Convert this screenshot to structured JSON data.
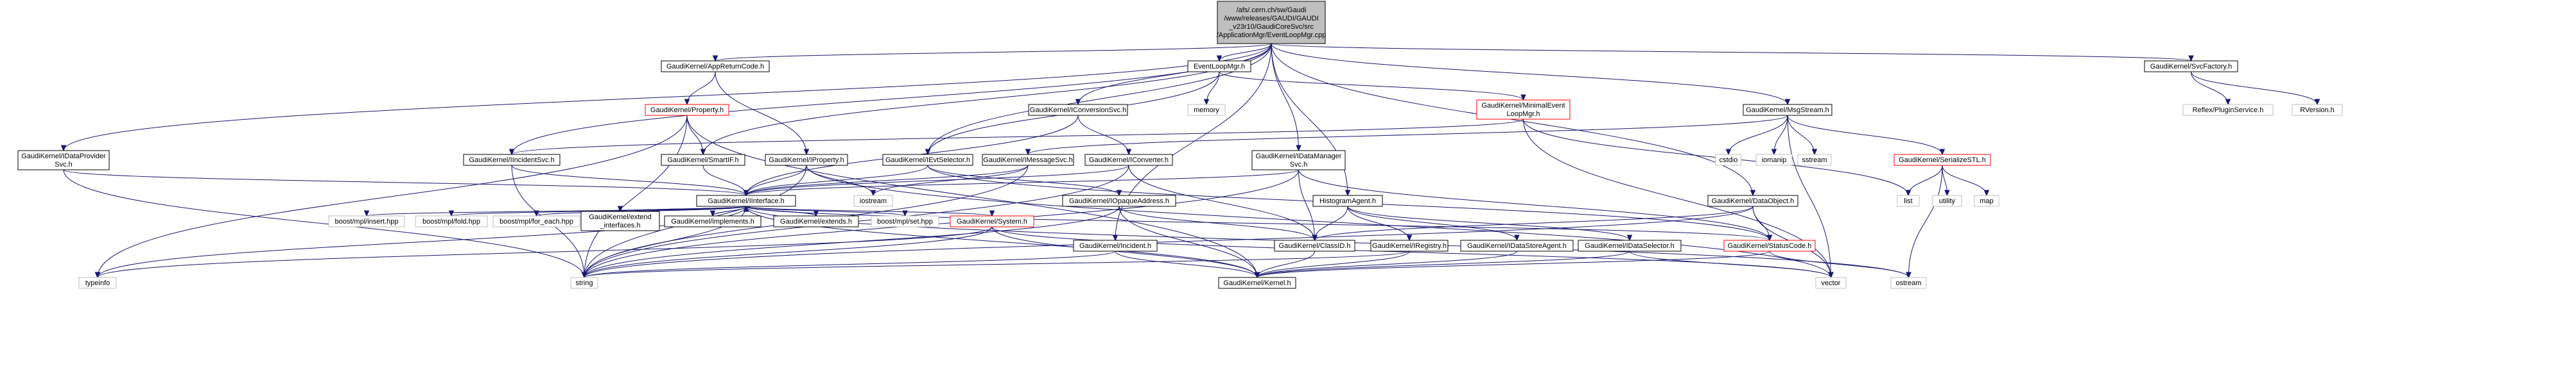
{
  "diagram_type": "include dependency graph",
  "colors": {
    "root_fill": "#bfbfbf",
    "node_fill": "#ffffff",
    "node_border": "#000000",
    "missing_border": "#bfbfbf",
    "truncated_border": "#ff0000",
    "edge": "#191970"
  },
  "nodes": [
    {
      "id": "root",
      "lines": [
        "/afs/.cern.ch/sw/Gaudi",
        "/www/releases/GAUDI/GAUDI",
        "_v23r10/GaudiCoreSvc/src",
        "/ApplicationMgr/EventLoopMgr.cpp"
      ],
      "kind": "root"
    },
    {
      "id": "AppReturnCode",
      "lines": [
        "GaudiKernel/AppReturnCode.h"
      ],
      "kind": "normal"
    },
    {
      "id": "EventLoopMgr",
      "lines": [
        "EventLoopMgr.h"
      ],
      "kind": "normal"
    },
    {
      "id": "SvcFactory",
      "lines": [
        "GaudiKernel/SvcFactory.h"
      ],
      "kind": "normal"
    },
    {
      "id": "Property",
      "lines": [
        "GaudiKernel/Property.h"
      ],
      "kind": "truncated"
    },
    {
      "id": "IConversionSvc",
      "lines": [
        "GaudiKernel/IConversionSvc.h"
      ],
      "kind": "normal"
    },
    {
      "id": "memory",
      "lines": [
        "memory"
      ],
      "kind": "missing"
    },
    {
      "id": "MinimalEventLoopMgr",
      "lines": [
        "GaudiKernel/MinimalEvent",
        "LoopMgr.h"
      ],
      "kind": "truncated"
    },
    {
      "id": "MsgStream",
      "lines": [
        "GaudiKernel/MsgStream.h"
      ],
      "kind": "normal"
    },
    {
      "id": "ReflexPluginService",
      "lines": [
        "Reflex/PluginService.h"
      ],
      "kind": "missing"
    },
    {
      "id": "RVersion",
      "lines": [
        "RVersion.h"
      ],
      "kind": "missing"
    },
    {
      "id": "IDataProviderSvc",
      "lines": [
        "GaudiKernel/IDataProvider",
        "Svc.h"
      ],
      "kind": "normal"
    },
    {
      "id": "IIncidentSvc",
      "lines": [
        "GaudiKernel/IIncidentSvc.h"
      ],
      "kind": "normal"
    },
    {
      "id": "SmartIF",
      "lines": [
        "GaudiKernel/SmartIF.h"
      ],
      "kind": "normal"
    },
    {
      "id": "IProperty",
      "lines": [
        "GaudiKernel/IProperty.h"
      ],
      "kind": "normal"
    },
    {
      "id": "IEvtSelector",
      "lines": [
        "GaudiKernel/IEvtSelector.h"
      ],
      "kind": "normal"
    },
    {
      "id": "IMessageSvc",
      "lines": [
        "GaudiKernel/IMessageSvc.h"
      ],
      "kind": "normal"
    },
    {
      "id": "IConverter",
      "lines": [
        "GaudiKernel/IConverter.h"
      ],
      "kind": "normal"
    },
    {
      "id": "IDataManagerSvc",
      "lines": [
        "GaudiKernel/IDataManager",
        "Svc.h"
      ],
      "kind": "normal"
    },
    {
      "id": "cstdio",
      "lines": [
        "cstdio"
      ],
      "kind": "missing"
    },
    {
      "id": "iomanip",
      "lines": [
        "iomanip"
      ],
      "kind": "missing"
    },
    {
      "id": "sstream",
      "lines": [
        "sstream"
      ],
      "kind": "missing"
    },
    {
      "id": "SerializeSTL",
      "lines": [
        "GaudiKernel/SerializeSTL.h"
      ],
      "kind": "truncated"
    },
    {
      "id": "IInterface",
      "lines": [
        "GaudiKernel/IInterface.h"
      ],
      "kind": "normal"
    },
    {
      "id": "iostream",
      "lines": [
        "iostream"
      ],
      "kind": "missing"
    },
    {
      "id": "IOpaqueAddress",
      "lines": [
        "GaudiKernel/IOpaqueAddress.h"
      ],
      "kind": "normal"
    },
    {
      "id": "HistogramAgent",
      "lines": [
        "HistogramAgent.h"
      ],
      "kind": "normal"
    },
    {
      "id": "DataObject",
      "lines": [
        "GaudiKernel/DataObject.h"
      ],
      "kind": "normal"
    },
    {
      "id": "list",
      "lines": [
        "list"
      ],
      "kind": "missing"
    },
    {
      "id": "utility",
      "lines": [
        "utility"
      ],
      "kind": "missing"
    },
    {
      "id": "map",
      "lines": [
        "map"
      ],
      "kind": "missing"
    },
    {
      "id": "insert",
      "lines": [
        "boost/mpl/insert.hpp"
      ],
      "kind": "missing"
    },
    {
      "id": "fold",
      "lines": [
        "boost/mpl/fold.hpp"
      ],
      "kind": "missing"
    },
    {
      "id": "for_each",
      "lines": [
        "boost/mpl/for_each.hpp"
      ],
      "kind": "missing"
    },
    {
      "id": "extend_interfaces",
      "lines": [
        "GaudiKernel/extend",
        "_interfaces.h"
      ],
      "kind": "normal"
    },
    {
      "id": "implements",
      "lines": [
        "GaudiKernel/implements.h"
      ],
      "kind": "normal"
    },
    {
      "id": "extends",
      "lines": [
        "GaudiKernel/extends.h"
      ],
      "kind": "normal"
    },
    {
      "id": "set",
      "lines": [
        "boost/mpl/set.hpp"
      ],
      "kind": "missing"
    },
    {
      "id": "System",
      "lines": [
        "GaudiKernel/System.h"
      ],
      "kind": "truncated"
    },
    {
      "id": "IIncident",
      "lines": [
        "GaudiKernel/Incident.h"
      ],
      "kind": "normal"
    },
    {
      "id": "ClassID",
      "lines": [
        "GaudiKernel/ClassID.h"
      ],
      "kind": "normal"
    },
    {
      "id": "IRegistry",
      "lines": [
        "GaudiKernel/IRegistry.h"
      ],
      "kind": "normal"
    },
    {
      "id": "IDataStoreAgent",
      "lines": [
        "GaudiKernel/IDataStoreAgent.h"
      ],
      "kind": "normal"
    },
    {
      "id": "IDataSelector",
      "lines": [
        "GaudiKernel/IDataSelector.h"
      ],
      "kind": "normal"
    },
    {
      "id": "StatusCode",
      "lines": [
        "GaudiKernel/StatusCode.h"
      ],
      "kind": "truncated"
    },
    {
      "id": "typeinfo",
      "lines": [
        "typeinfo"
      ],
      "kind": "missing"
    },
    {
      "id": "string",
      "lines": [
        "string"
      ],
      "kind": "missing"
    },
    {
      "id": "Kernel",
      "lines": [
        "GaudiKernel/Kernel.h"
      ],
      "kind": "normal"
    },
    {
      "id": "vector",
      "lines": [
        "vector"
      ],
      "kind": "missing"
    },
    {
      "id": "ostream",
      "lines": [
        "ostream"
      ],
      "kind": "missing"
    }
  ],
  "edges": [
    [
      "root",
      "AppReturnCode"
    ],
    [
      "root",
      "EventLoopMgr"
    ],
    [
      "root",
      "SvcFactory"
    ],
    [
      "root",
      "MsgStream"
    ],
    [
      "root",
      "IConversionSvc"
    ],
    [
      "root",
      "IEvtSelector"
    ],
    [
      "root",
      "IDataManagerSvc"
    ],
    [
      "root",
      "IDataProviderSvc"
    ],
    [
      "root",
      "IIncidentSvc"
    ],
    [
      "root",
      "SmartIF"
    ],
    [
      "root",
      "HistogramAgent"
    ],
    [
      "root",
      "DataObject"
    ],
    [
      "root",
      "IIncident"
    ],
    [
      "AppReturnCode",
      "Property"
    ],
    [
      "AppReturnCode",
      "IProperty"
    ],
    [
      "Property",
      "SmartIF"
    ],
    [
      "Property",
      "typeinfo"
    ],
    [
      "Property",
      "string"
    ],
    [
      "Property",
      "Kernel"
    ],
    [
      "EventLoopMgr",
      "memory"
    ],
    [
      "EventLoopMgr",
      "MinimalEventLoopMgr"
    ],
    [
      "EventLoopMgr",
      "IEvtSelector"
    ],
    [
      "MinimalEventLoopMgr",
      "IIncidentSvc"
    ],
    [
      "MinimalEventLoopMgr",
      "vector"
    ],
    [
      "MinimalEventLoopMgr",
      "list"
    ],
    [
      "SvcFactory",
      "ReflexPluginService"
    ],
    [
      "SvcFactory",
      "RVersion"
    ],
    [
      "MsgStream",
      "IMessageSvc"
    ],
    [
      "MsgStream",
      "cstdio"
    ],
    [
      "MsgStream",
      "iomanip"
    ],
    [
      "MsgStream",
      "sstream"
    ],
    [
      "MsgStream",
      "SerializeSTL"
    ],
    [
      "MsgStream",
      "vector"
    ],
    [
      "SerializeSTL",
      "list"
    ],
    [
      "SerializeSTL",
      "utility"
    ],
    [
      "SerializeSTL",
      "map"
    ],
    [
      "SerializeSTL",
      "ostream"
    ],
    [
      "IConversionSvc",
      "IConverter"
    ],
    [
      "IConversionSvc",
      "IInterface"
    ],
    [
      "IConverter",
      "IInterface"
    ],
    [
      "IConverter",
      "ClassID"
    ],
    [
      "IConverter",
      "string"
    ],
    [
      "IDataProviderSvc",
      "IInterface"
    ],
    [
      "IDataProviderSvc",
      "string"
    ],
    [
      "IIncidentSvc",
      "IInterface"
    ],
    [
      "IIncidentSvc",
      "string"
    ],
    [
      "SmartIF",
      "IInterface"
    ],
    [
      "IProperty",
      "IInterface"
    ],
    [
      "IProperty",
      "string"
    ],
    [
      "IProperty",
      "iostream"
    ],
    [
      "IProperty",
      "vector"
    ],
    [
      "IEvtSelector",
      "IInterface"
    ],
    [
      "IEvtSelector",
      "IOpaqueAddress"
    ],
    [
      "IEvtSelector",
      "StatusCode"
    ],
    [
      "IMessageSvc",
      "IInterface"
    ],
    [
      "IMessageSvc",
      "string"
    ],
    [
      "IMessageSvc",
      "iostream"
    ],
    [
      "IDataManagerSvc",
      "IInterface"
    ],
    [
      "IDataManagerSvc",
      "ClassID"
    ],
    [
      "IDataManagerSvc",
      "string"
    ],
    [
      "IDataManagerSvc",
      "StatusCode"
    ],
    [
      "IOpaqueAddress",
      "ClassID"
    ],
    [
      "IOpaqueAddress",
      "Kernel"
    ],
    [
      "IOpaqueAddress",
      "string"
    ],
    [
      "IInterface",
      "insert"
    ],
    [
      "IInterface",
      "fold"
    ],
    [
      "IInterface",
      "for_each"
    ],
    [
      "IInterface",
      "extend_interfaces"
    ],
    [
      "IInterface",
      "implements"
    ],
    [
      "IInterface",
      "extends"
    ],
    [
      "IInterface",
      "set"
    ],
    [
      "IInterface",
      "System"
    ],
    [
      "IInterface",
      "typeinfo"
    ],
    [
      "IInterface",
      "Kernel"
    ],
    [
      "IInterface",
      "StatusCode"
    ],
    [
      "IInterface",
      "ostream"
    ],
    [
      "IInterface",
      "string"
    ],
    [
      "implements",
      "IInterface"
    ],
    [
      "extends",
      "IInterface"
    ],
    [
      "extend_interfaces",
      "IInterface"
    ],
    [
      "System",
      "Kernel"
    ],
    [
      "System",
      "typeinfo"
    ],
    [
      "System",
      "string"
    ],
    [
      "System",
      "vector"
    ],
    [
      "IIncident",
      "Kernel"
    ],
    [
      "IIncident",
      "string"
    ],
    [
      "HistogramAgent",
      "IDataSelector"
    ],
    [
      "HistogramAgent",
      "IDataStoreAgent"
    ],
    [
      "HistogramAgent",
      "IRegistry"
    ],
    [
      "HistogramAgent",
      "ClassID"
    ],
    [
      "IRegistry",
      "Kernel"
    ],
    [
      "IRegistry",
      "string"
    ],
    [
      "IDataStoreAgent",
      "Kernel"
    ],
    [
      "IDataSelector",
      "vector"
    ],
    [
      "IDataSelector",
      "Kernel"
    ],
    [
      "DataObject",
      "ClassID"
    ],
    [
      "DataObject",
      "StatusCode"
    ],
    [
      "DataObject",
      "vector"
    ],
    [
      "DataObject",
      "string"
    ],
    [
      "ClassID",
      "Kernel"
    ],
    [
      "StatusCode",
      "Kernel"
    ],
    [
      "StatusCode",
      "ostream"
    ]
  ]
}
